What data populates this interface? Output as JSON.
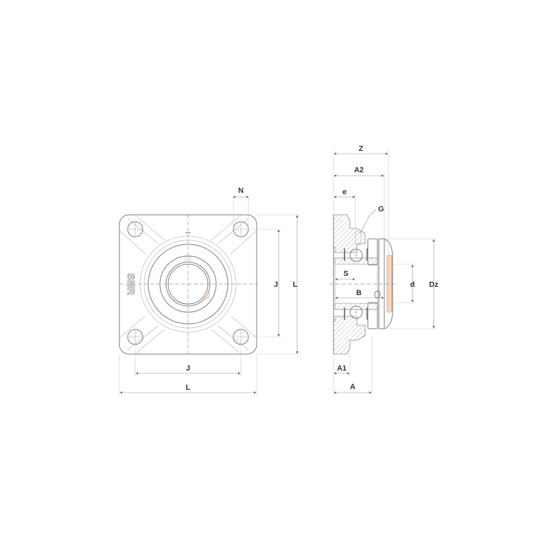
{
  "drawing": {
    "type": "technical drawing - square flange bearing unit (4-bolt)",
    "brand_mark": "SNR",
    "front_view": {
      "dimension_labels": {
        "bolt_hole_width": "N",
        "bolt_spacing_vertical": "J",
        "overall_height": "L",
        "bolt_spacing_horizontal": "J",
        "overall_width": "L"
      }
    },
    "side_view": {
      "dimension_labels": {
        "overall_length_with_cover": "Z",
        "flange_to_cover": "A2",
        "flange_to_grease_nipple": "e",
        "grease_nipple": "G",
        "bore_to_set_screw": "S",
        "inner_ring_width": "B",
        "shaft_diameter": "d",
        "cover_diameter": "Dz",
        "flange_thickness": "A1",
        "housing_width": "A"
      }
    },
    "colors": {
      "line": "#7a7a7a",
      "centerline": "#7d95c0",
      "seal_accent": "#d99a70",
      "label": "#333333"
    }
  }
}
